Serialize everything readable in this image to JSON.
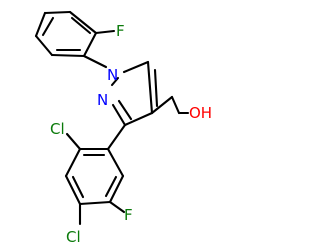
{
  "molecule": {
    "atom_labels": {
      "fluorine_top": "F",
      "nitrogen_1": "N",
      "nitrogen_2": "N",
      "hydroxyl": "OH",
      "chlorine_left": "Cl",
      "fluorine_right": "F",
      "chlorine_bottom": "Cl"
    },
    "colors": {
      "bond": "#000000",
      "nitrogen": "#0000ff",
      "oxygen": "#ff0000",
      "fluorine": "#0a7a0a",
      "chlorine": "#0a7a0a"
    }
  }
}
